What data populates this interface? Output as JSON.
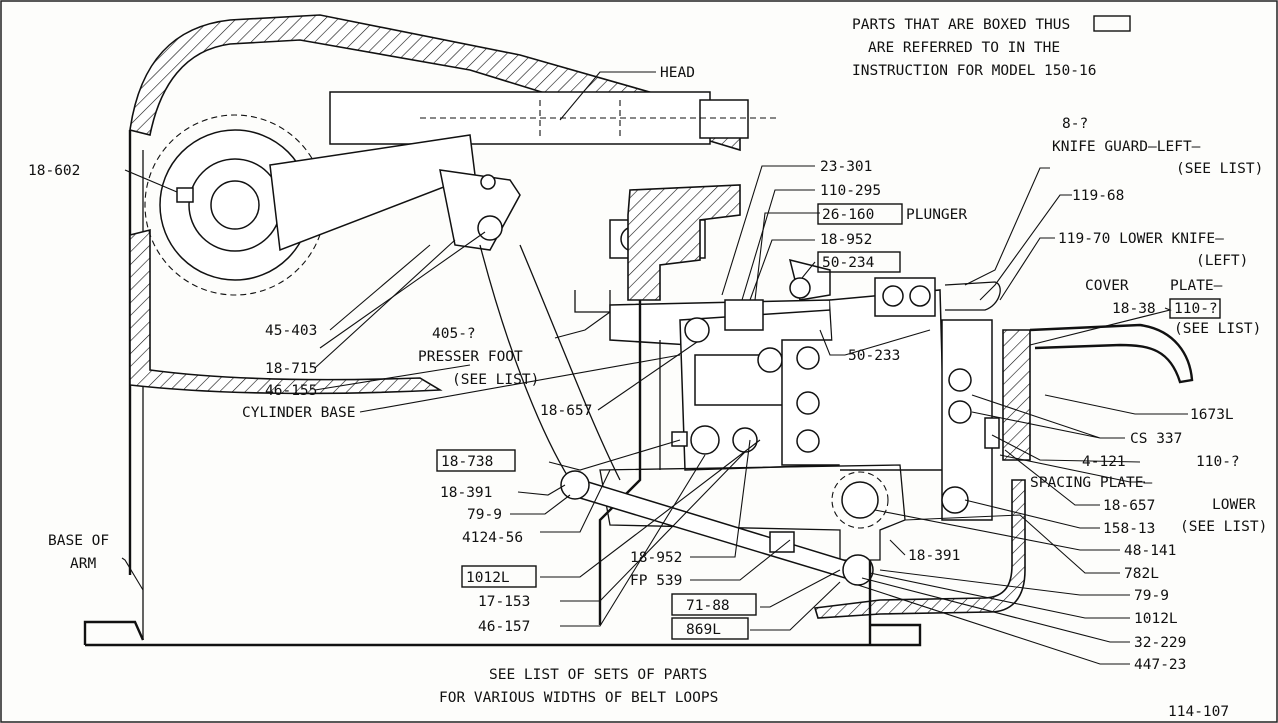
{
  "notes": {
    "boxed_line1": "PARTS THAT ARE BOXED THUS",
    "boxed_line2": "ARE REFERRED TO IN THE",
    "boxed_line3": "INSTRUCTION FOR MODEL 150-16",
    "footer_line1": "SEE LIST OF SETS OF PARTS",
    "footer_line2": "FOR VARIOUS WIDTHS OF BELT LOOPS",
    "figure_number": "114-107"
  },
  "labels": {
    "head": "HEAD",
    "p18_602": "18-602",
    "p23_301": "23-301",
    "p110_295": "110-295",
    "p26_160": "26-160",
    "plunger": "PLUNGER",
    "p18_952_top": "18-952",
    "p50_234": "50-234",
    "p8": "8-?",
    "knife_guard": "KNIFE GUARD—LEFT—",
    "see_list_1": "(SEE LIST)",
    "p119_68": "119-68",
    "p119_70": "119-70 LOWER KNIFE—",
    "left_paren": "(LEFT)",
    "cover_plate": "COVER",
    "plate": "PLATE—",
    "p18_38": "18-38",
    "p110_q_top": "110-?",
    "see_list_2": "(SEE LIST)",
    "p45_403": "45-403",
    "p405": "405-?",
    "presser_foot": "PRESSER FOOT",
    "see_list_3": "(SEE LIST)",
    "p50_233": "50-233",
    "p18_715": "18-715",
    "p46_155": "46-155",
    "cylinder_base": "CYLINDER BASE",
    "p18_657_mid": "18-657",
    "p1673L": "1673L",
    "cs337": "CS 337",
    "p4_121": "4-121",
    "p110_q_right": "110-?",
    "spacing_plate": "SPACING PLATE—",
    "lower": "LOWER",
    "see_list_4": "(SEE LIST)",
    "p18_738": "18-738",
    "p18_657_right": "18-657",
    "p158_13": "158-13",
    "p18_391_left": "18-391",
    "p79_9_left": "79-9",
    "p4124_56": "4124-56",
    "base_of": "BASE OF",
    "arm": "ARM",
    "p48_141": "48-141",
    "p782L": "782L",
    "p18_391_right": "18-391",
    "p1012L_left": "1012L",
    "p18_952_low": "18-952",
    "fp539": "FP 539",
    "p79_9_right": "79-9",
    "p1012L_right": "1012L",
    "p17_153": "17-153",
    "p71_88": "71-88",
    "p32_229": "32-229",
    "p46_157": "46-157",
    "p869L": "869L",
    "p447_23": "447-23"
  }
}
